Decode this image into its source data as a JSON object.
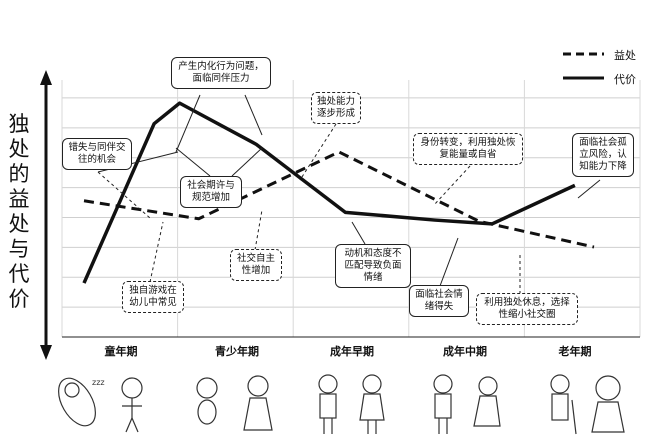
{
  "chart_data": {
    "type": "line",
    "ylabel": "独处的益处与代价",
    "categories": [
      "童年期",
      "青少年期",
      "成年早期",
      "成年中期",
      "老年期"
    ],
    "series": [
      {
        "name": "益处",
        "style": "dashed",
        "color": "#111111",
        "x": [
          0,
          0.9,
          2.0,
          3.1,
          4.0
        ],
        "y": [
          5.3,
          4.6,
          7.2,
          4.5,
          3.5
        ]
      },
      {
        "name": "代价",
        "style": "solid",
        "color": "#111111",
        "x": [
          0,
          0.55,
          0.75,
          1.35,
          2.05,
          2.75,
          3.2,
          3.85
        ],
        "y": [
          2.1,
          8.3,
          9.1,
          7.5,
          4.85,
          4.55,
          4.4,
          5.9
        ]
      }
    ],
    "ylim": [
      0,
      10
    ],
    "grid": true,
    "legend_position": "top-right",
    "annotations": [
      "错失与同伴交往的机会",
      "产生内化行为问题，面临同伴压力",
      "社会期许与规范增加",
      "独自游戏在幼儿中常见",
      "社交自主性增加",
      "独处能力逐步形成",
      "动机和态度不匹配导致负面情绪",
      "身份转变，利用独处恢复能量或自省",
      "面临社会情绪得失",
      "利用独处休息，选择性缩小社交圈",
      "面临社会孤立风险，认知能力下降"
    ]
  }
}
